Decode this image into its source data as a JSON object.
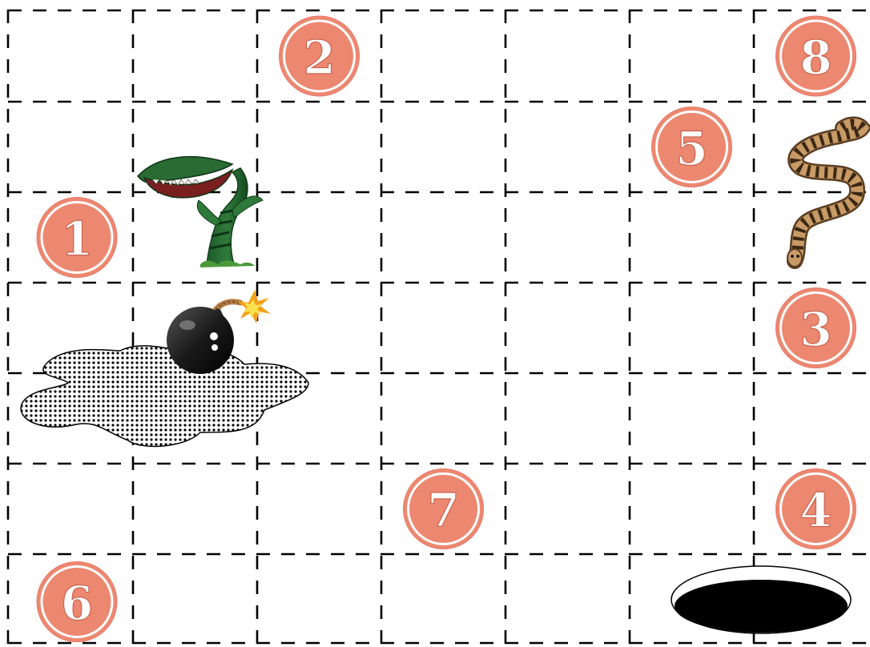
{
  "board": {
    "rows": 7,
    "columns": 7,
    "background": "#ffffff",
    "line_color": "#000000"
  },
  "tokens": [
    {
      "label": "1",
      "row": 3,
      "col": 1
    },
    {
      "label": "2",
      "row": 1,
      "col": 3
    },
    {
      "label": "3",
      "row": 4,
      "col": 7
    },
    {
      "label": "4",
      "row": 6,
      "col": 7
    },
    {
      "label": "5",
      "row": 2,
      "col": 6
    },
    {
      "label": "6",
      "row": 7,
      "col": 1
    },
    {
      "label": "7",
      "row": 6,
      "col": 4
    },
    {
      "label": "8",
      "row": 1,
      "col": 7
    }
  ],
  "token_style": {
    "fill": "#ec8870",
    "text": "#ffffff"
  },
  "obstacles": [
    {
      "type": "carnivorous-plant",
      "row": 2,
      "col": 2
    },
    {
      "type": "snake",
      "row": 2,
      "col": 7
    },
    {
      "type": "bomb",
      "row": 4,
      "col": 2
    },
    {
      "type": "puddle",
      "row": 5,
      "col": 1
    },
    {
      "type": "hole",
      "row": 7,
      "col": 6
    }
  ]
}
